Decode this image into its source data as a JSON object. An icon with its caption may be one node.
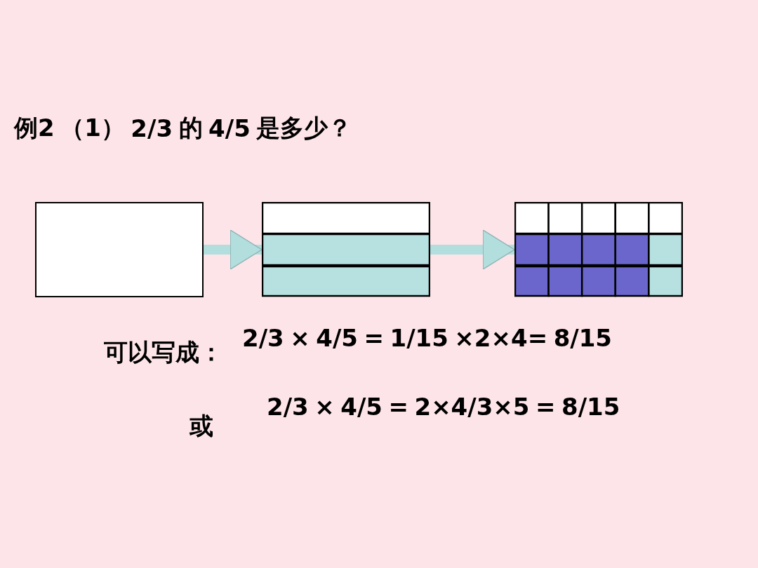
{
  "diagram": {
    "title": "例2 （1） 2/3 的 4/5 是多少？",
    "nodes": [
      {
        "text": [],
        "shape": "box"
      },
      {
        "text": [],
        "shape": "box"
      },
      {
        "text": [],
        "shape": "box"
      }
    ],
    "edges": [
      {
        "from": 0,
        "to": 1,
        "arrow": "to"
      },
      {
        "from": 1,
        "to": 2,
        "arrow": "to"
      }
    ],
    "labels": [
      "可以写成：",
      "2/3 × 4/5 = 1/15 ×2×4= 8/15",
      "或",
      "2/3 × 4/5 = 2×4/3×5 = 8/15"
    ]
  }
}
